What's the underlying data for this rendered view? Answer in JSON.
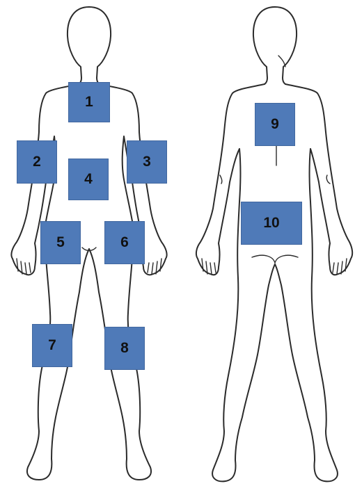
{
  "zone_color": "#4f7ab8",
  "outline_color": "#2b2b2b",
  "zones": [
    {
      "id": 1,
      "label": "1",
      "view": "front",
      "region": "chest"
    },
    {
      "id": 2,
      "label": "2",
      "view": "front",
      "region": "right upper arm"
    },
    {
      "id": 3,
      "label": "3",
      "view": "front",
      "region": "left upper arm"
    },
    {
      "id": 4,
      "label": "4",
      "view": "front",
      "region": "abdomen"
    },
    {
      "id": 5,
      "label": "5",
      "view": "front",
      "region": "right upper thigh"
    },
    {
      "id": 6,
      "label": "6",
      "view": "front",
      "region": "left upper thigh"
    },
    {
      "id": 7,
      "label": "7",
      "view": "front",
      "region": "right knee"
    },
    {
      "id": 8,
      "label": "8",
      "view": "front",
      "region": "left knee"
    },
    {
      "id": 9,
      "label": "9",
      "view": "back",
      "region": "upper back"
    },
    {
      "id": 10,
      "label": "10",
      "view": "back",
      "region": "lower back"
    }
  ]
}
